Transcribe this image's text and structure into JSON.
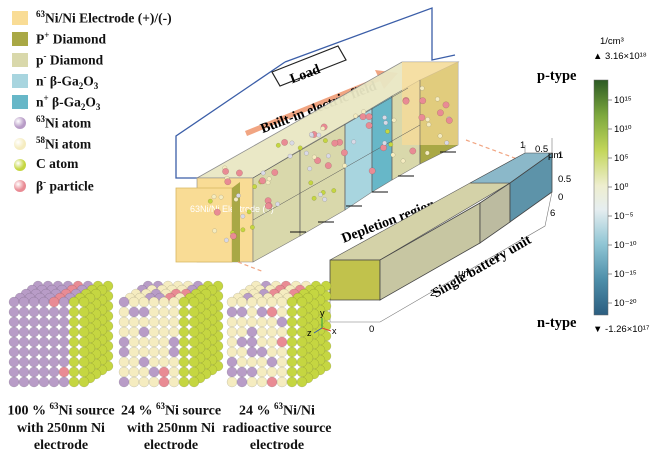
{
  "legend": [
    {
      "pre": "",
      "sup": "63",
      "post": "Ni/Ni Electrode (+)/(-)",
      "color": "#f9dc95",
      "shape": "square"
    },
    {
      "pre": "P",
      "sup": "+",
      "post": " Diamond",
      "color": "#a9a845",
      "shape": "square"
    },
    {
      "pre": "p",
      "sup": "-",
      "post": " Diamond",
      "color": "#d9d8ab",
      "shape": "square"
    },
    {
      "pre": "n",
      "sup": "-",
      "post": " β-Ga",
      "sub": "2",
      "post2": "O",
      "sub2": "3",
      "color": "#a8d5df",
      "shape": "square"
    },
    {
      "pre": "n",
      "sup": "+",
      "post": " β-Ga",
      "sub": "2",
      "post2": "O",
      "sub2": "3",
      "color": "#67b7c8",
      "shape": "square"
    },
    {
      "pre": "",
      "sup": "63",
      "post": "Ni atom",
      "color": "#b89cc7",
      "shape": "circle"
    },
    {
      "pre": "",
      "sup": "58",
      "post": "Ni atom",
      "color": "#f5ecc0",
      "shape": "circle"
    },
    {
      "pre": "",
      "sup": "",
      "post": "C atom",
      "color": "#c5d641",
      "shape": "circle"
    },
    {
      "pre": "β",
      "sup": "-",
      "post": " particle",
      "color": "#e98b94",
      "shape": "circle"
    }
  ],
  "device": {
    "load_label": "Load",
    "field_label": "Built-in electric field",
    "depletion_label": "Depletion region",
    "unit_label": "Single battery unit",
    "electrode_text": "63Ni/Ni Electrode (+)"
  },
  "unit_axes": {
    "unit": "μm",
    "depth_ticks": [
      "0",
      "2",
      "4",
      "6"
    ],
    "side_ticks": [
      "1",
      "0.5",
      "0"
    ],
    "side_ticks2": [
      "1",
      "0.5",
      "0"
    ],
    "axis_letters": [
      "y",
      "z",
      "x"
    ]
  },
  "colorbar": {
    "unit": "1/cm³",
    "max_label": "▲ 3.16×10¹⁸",
    "min_label": "▼ -1.26×10¹⁷",
    "ptype": "p-type",
    "ntype": "n-type",
    "ticks": [
      "10¹⁵",
      "10¹⁰",
      "10⁵",
      "10⁰",
      "10⁻⁵",
      "10⁻¹⁰",
      "10⁻¹⁵",
      "10⁻²⁰"
    ]
  },
  "captions": [
    {
      "line1": "100 % ",
      "sup": "63",
      "line1b": "Ni source",
      "line2": "with 250nm Ni",
      "line3": "electrode"
    },
    {
      "line1": "24 % ",
      "sup": "63",
      "line1b": "Ni source",
      "line2": "with 250nm Ni",
      "line3": "electrode"
    },
    {
      "line1": "24 % ",
      "sup": "63",
      "line1b": "Ni/Ni",
      "line2": "radioactive source",
      "line3": "electrode"
    }
  ],
  "colors": {
    "electrode": "#f9dc95",
    "pplus": "#a9a845",
    "pminus": "#d9d8ab",
    "nminus": "#a8d5df",
    "nplus": "#67b7c8",
    "wire": "#3b5ea8",
    "arrow": "#f1a582"
  }
}
